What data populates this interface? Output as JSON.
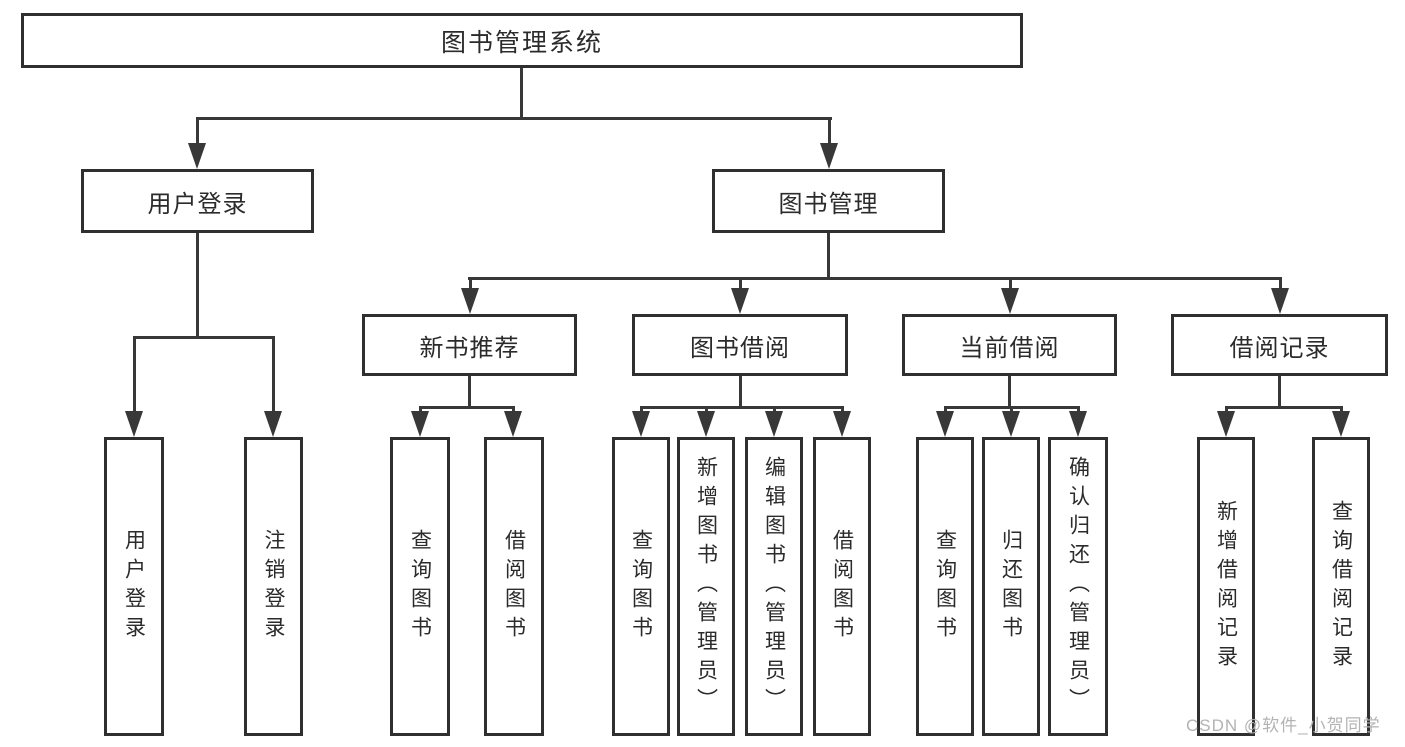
{
  "nodes": {
    "root": "图书管理系统",
    "user_login": {
      "label": "用户登录",
      "children": {
        "login": "用户登录",
        "logout": "注销登录"
      }
    },
    "book_management": {
      "label": "图书管理",
      "children": {
        "new_book_recommend": {
          "label": "新书推荐",
          "children": {
            "query_books": "查询图书",
            "borrow_books": "借阅图书"
          }
        },
        "book_borrowing": {
          "label": "图书借阅",
          "children": {
            "query_books": "查询图书",
            "add_book": "新增图书（管理员）",
            "edit_book": "编辑图书（管理员）",
            "borrow_books": "借阅图书"
          }
        },
        "current_borrowing": {
          "label": "当前借阅",
          "children": {
            "query_books": "查询图书",
            "return_book": "归还图书",
            "confirm_return": "确认归还（管理员）"
          }
        },
        "borrow_records": {
          "label": "借阅记录",
          "children": {
            "add_record": "新增借阅记录",
            "query_record": "查询借阅记录"
          }
        }
      }
    }
  },
  "watermark": {
    "text": "CSDN @软件_小贺同学"
  },
  "colors": {
    "line": "#383838",
    "box_border": "#2f2f2f",
    "text": "#2b2b2b",
    "watermark": "#b3b3b3",
    "background": "#ffffff"
  }
}
